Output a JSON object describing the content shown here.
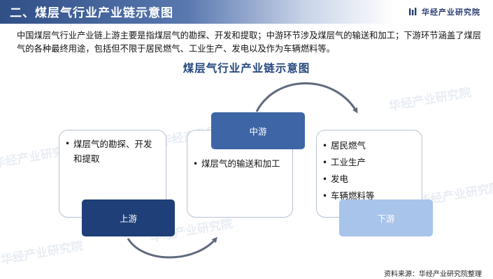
{
  "header": {
    "title": "二、煤层气行业产业链示意图",
    "logo_text": "华经产业研究院"
  },
  "intro_text": "中国煤层气行业产业链上游主要是指煤层气的勘探、开发和提取；中游环节涉及煤层气的输送和加工；下游环节涵盖了煤层气的各种最终用途，包括但不限于居民燃气、工业生产、发电以及作为车辆燃料等。",
  "diagram": {
    "title": "煤层气行业产业链示意图",
    "upstream": {
      "label": "上游",
      "items": [
        "煤层气的勘探、开发和提取"
      ]
    },
    "midstream": {
      "label": "中游",
      "items": [
        "煤层气的输送和加工"
      ]
    },
    "downstream": {
      "label": "下游",
      "items": [
        "居民燃气",
        "工业生产",
        "发电",
        "车辆燃料等"
      ]
    }
  },
  "watermark_text": "华经产业研究院",
  "source": "资料来源：华经产业研究院整理",
  "colors": {
    "upstream": "#1e3f78",
    "midstream": "#3e66a6",
    "downstream": "#a8c4ea",
    "title": "#24467e"
  }
}
